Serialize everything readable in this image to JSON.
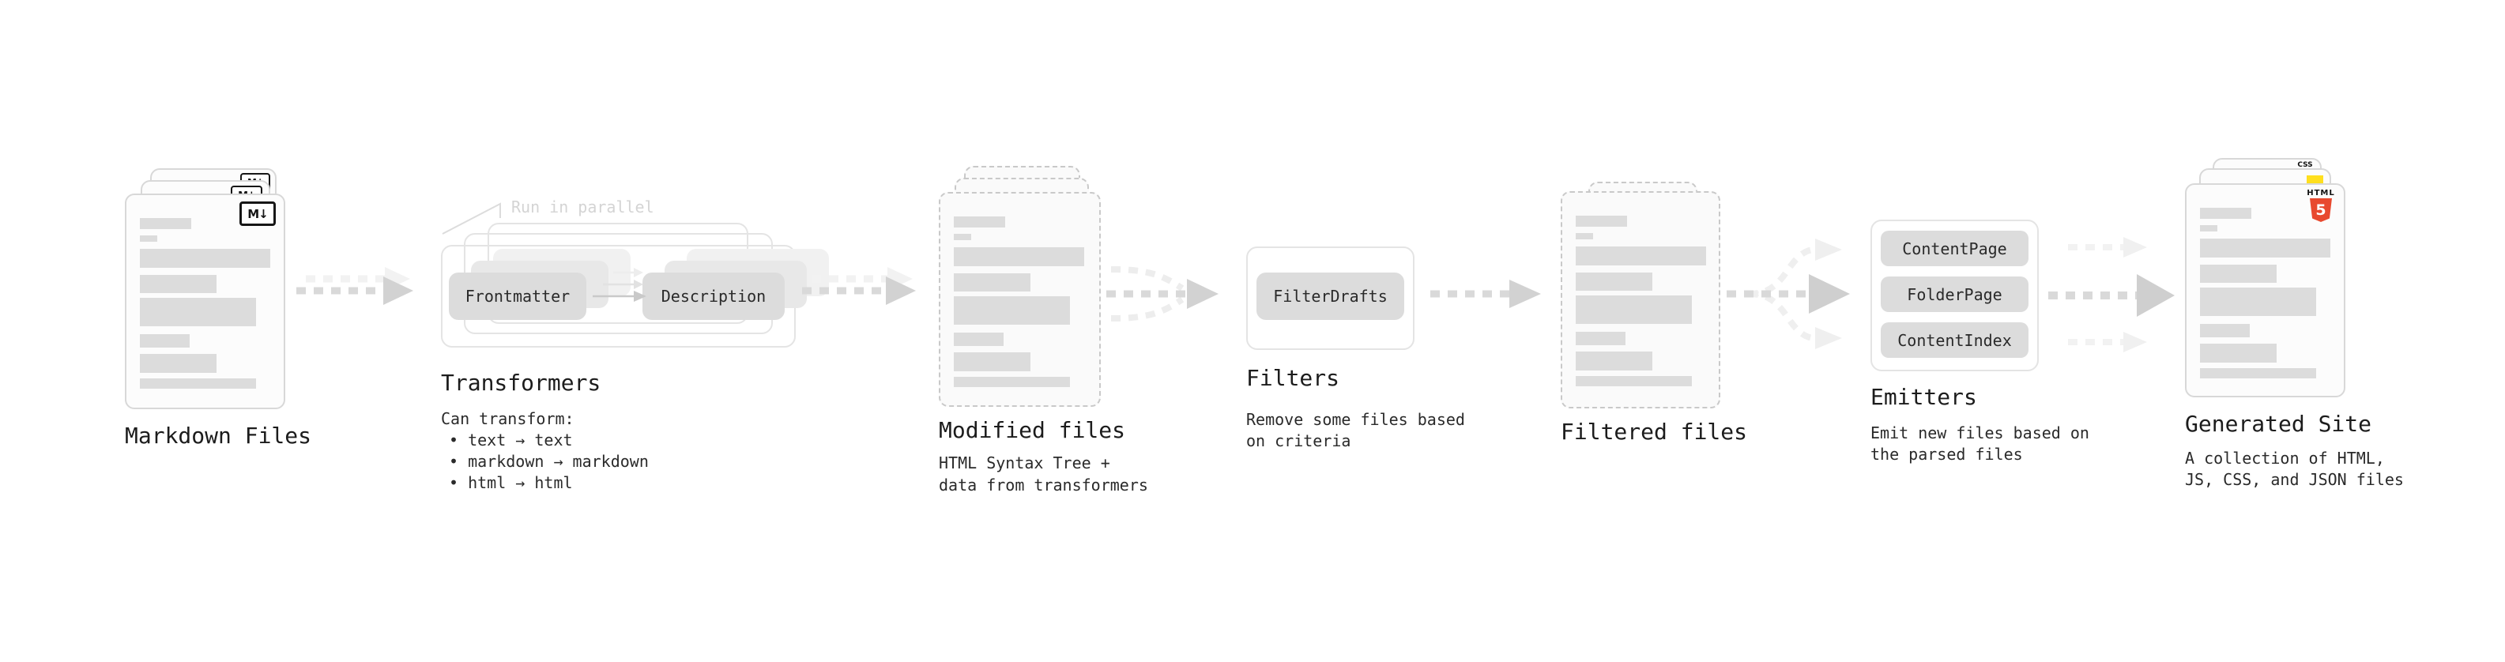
{
  "stages": {
    "markdown_files": {
      "title": "Markdown Files",
      "badge": "M↓"
    },
    "transformers": {
      "title": "Transformers",
      "note": "Run in parallel",
      "box_left": "Frontmatter",
      "box_right": "Description",
      "lines": [
        "Can transform:",
        "• text → text",
        "• markdown → markdown",
        "• html → html"
      ]
    },
    "modified_files": {
      "title": "Modified files",
      "lines": [
        "HTML Syntax Tree +",
        "data from transformers"
      ]
    },
    "filters": {
      "title": "Filters",
      "box": "FilterDrafts",
      "lines": [
        "Remove some files based",
        "on criteria"
      ]
    },
    "filtered_files": {
      "title": "Filtered files"
    },
    "emitters": {
      "title": "Emitters",
      "boxes": [
        "ContentPage",
        "FolderPage",
        "ContentIndex"
      ],
      "lines": [
        "Emit new files based on",
        "the parsed files"
      ]
    },
    "generated_site": {
      "title": "Generated Site",
      "css_badge": "CSS",
      "html_badge": "HTML",
      "html_badge_number": "5",
      "lines": [
        "A collection of HTML,",
        "JS, CSS, and JSON files"
      ]
    }
  },
  "colors": {
    "arrow_main": "#d9d9d9",
    "arrow_head": "#d2d2d2",
    "arrow_ghost": "#f2f2f2",
    "pill_fill": "#dcdcdc",
    "doc_border": "#d8d8d8",
    "html5_orange": "#e8492f",
    "css_blue": "#2760e6",
    "js_yellow": "#ffdf1e"
  }
}
